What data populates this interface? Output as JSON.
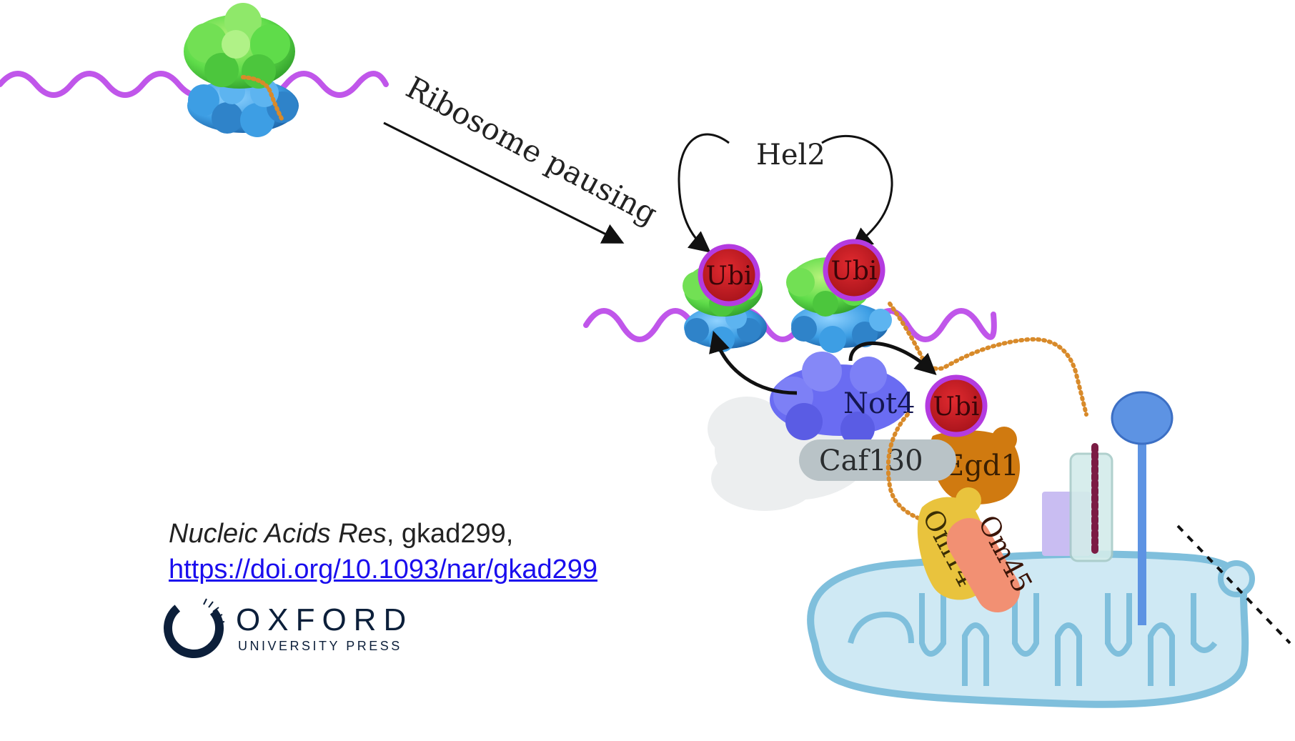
{
  "diagram": {
    "step_label": "Ribosome pausing",
    "e3_ligase_top": "Hel2",
    "ubiquitin_label": "Ubi",
    "complex_labels": {
      "not4": "Not4",
      "caf130": "Caf130",
      "egd1": "Egd1",
      "om14": "Om14",
      "om45": "Om45"
    },
    "colors": {
      "mrna": "#c056ea",
      "ribosome_large": "#5fdc4a",
      "ribosome_small": "#3d9ee4",
      "ubiquitin": "#c9191f",
      "ubiquitin_ring": "#b43be0",
      "not4": "#6a6cf2",
      "caf130": "#b9c3c7",
      "egd1": "#d07a10",
      "om14": "#e9c33d",
      "om45": "#f29073",
      "nascent_chain": "#d88a2a",
      "mitochondrion_fill": "#cfe9f4",
      "mitochondrion_edge": "#7fbfdc"
    }
  },
  "citation": {
    "journal": "Nucleic Acids Res",
    "article_id": ", gkad299,",
    "doi_url": "https://doi.org/10.1093/nar/gkad299"
  },
  "publisher": {
    "name": "OXFORD",
    "subtitle": "UNIVERSITY PRESS"
  }
}
